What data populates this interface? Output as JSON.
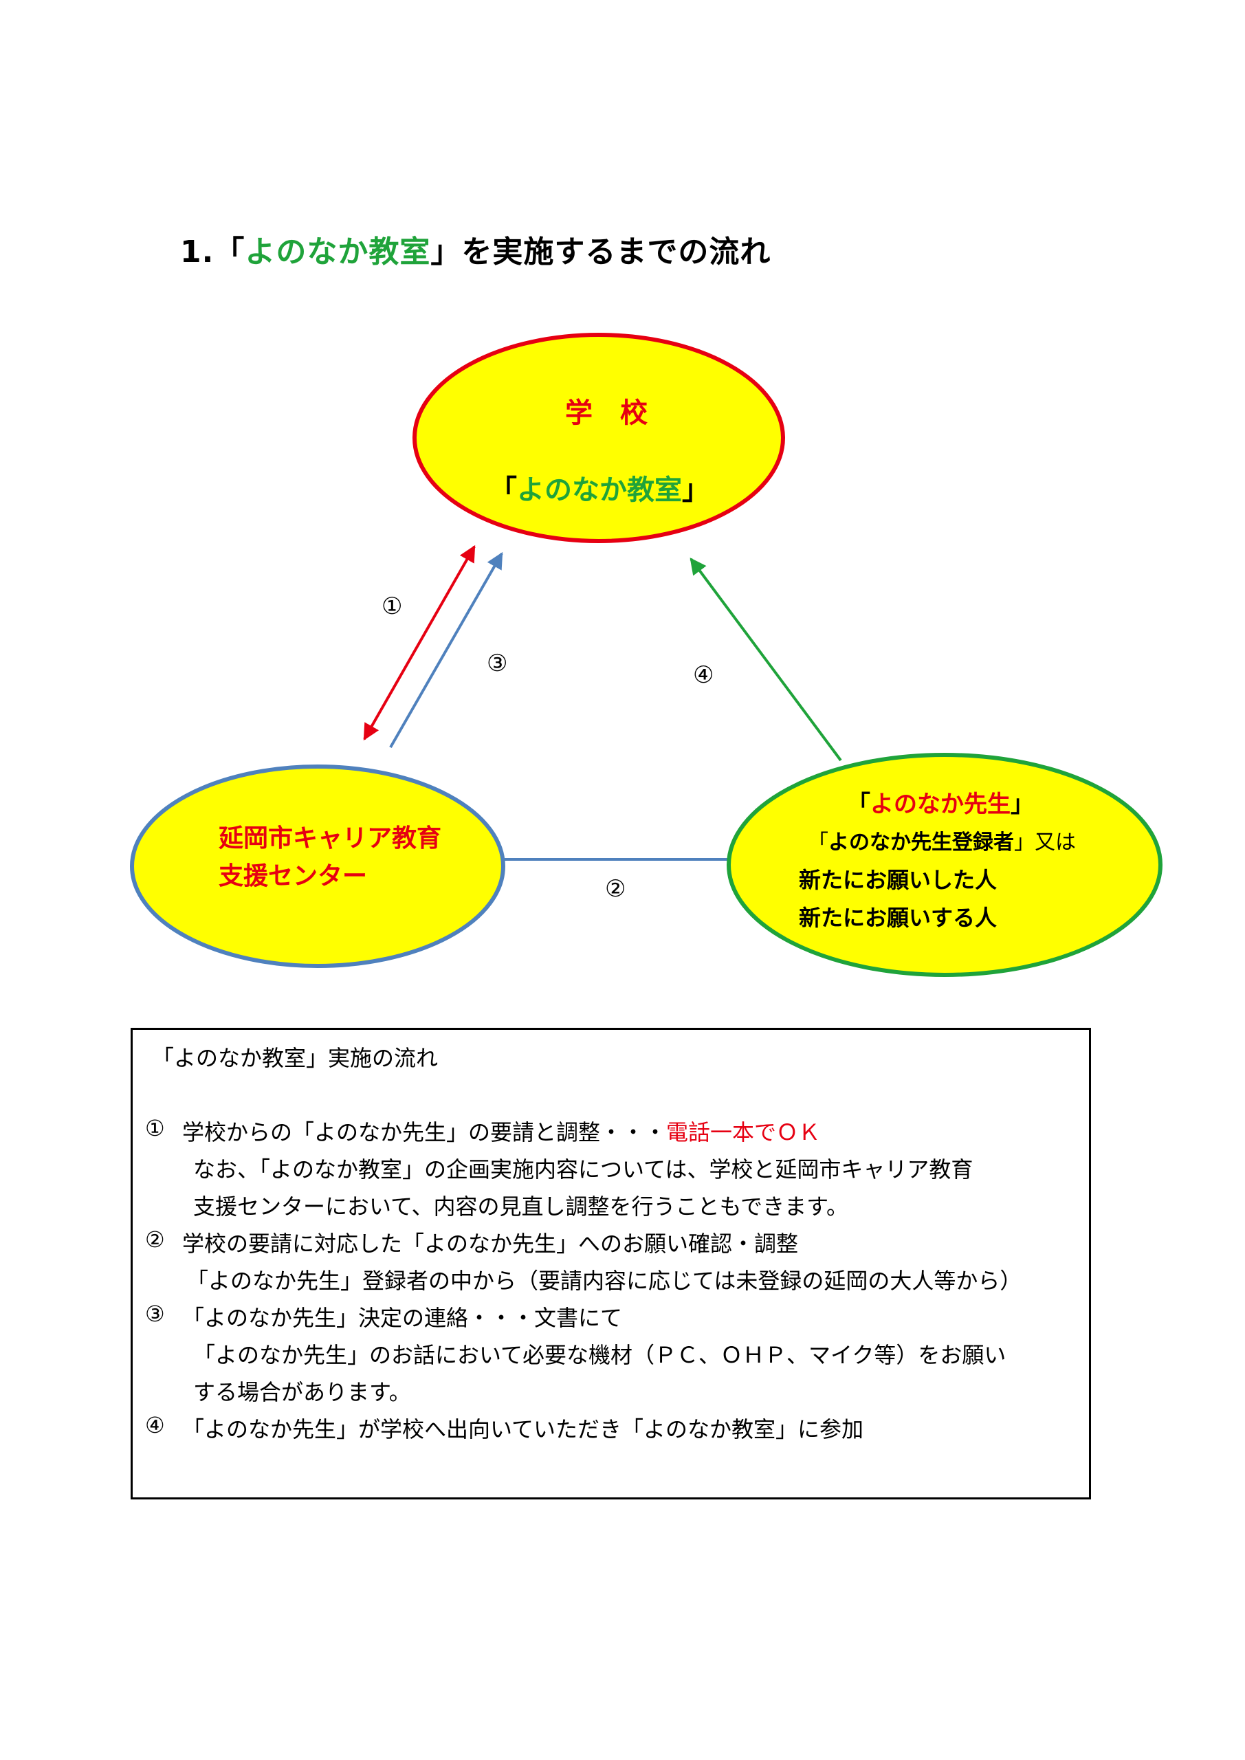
{
  "title": {
    "number": "1.",
    "open": "「",
    "highlight": "よのなか教室",
    "close": "」",
    "rest": "を実施するまでの流れ"
  },
  "nodes": {
    "school": {
      "name": "学　校",
      "open": "「",
      "highlight": "よのなか教室",
      "close": "」"
    },
    "center": {
      "line1": "延岡市キャリア教育",
      "line2": "支援センター"
    },
    "teacher": {
      "line1_open": "「",
      "line1_highlight": "よのなか先生",
      "line1_close": "」",
      "line2_open": "「",
      "line2_bold": "よのなか先生登録者",
      "line2_close": "」",
      "line2_tail": "又は",
      "line3": "新たにお願いした人",
      "line4": "新たにお願いする人"
    }
  },
  "steps": [
    "①",
    "②",
    "③",
    "④"
  ],
  "colors": {
    "school_fill": "#ffff00",
    "school_border": "#e60012",
    "center_border": "#4f81bd",
    "teacher_border": "#1fa33a",
    "step1_arrow": "#e60012",
    "step2_line": "#4f81bd",
    "step3_arrow": "#4f81bd",
    "step4_arrow": "#1fa33a"
  },
  "box": {
    "heading": "「よのなか教室」実施の流れ",
    "item1_num": "①",
    "item1_text": "学校からの「よのなか先生」の要請と調整・・・",
    "item1_red": "電話一本でＯＫ",
    "item1_note1": "なお、「よのなか教室」の企画実施内容については、学校と延岡市キャリア教育",
    "item1_note2": "支援センターにおいて、内容の見直し調整を行うこともできます。",
    "item2_num": "②",
    "item2_text": "学校の要請に対応した「よのなか先生」へのお願い確認・調整",
    "item2_note": "「よのなか先生」登録者の中から（要請内容に応じては未登録の延岡の大人等から）",
    "item3_num": "③",
    "item3_text": "「よのなか先生」決定の連絡・・・文書にて",
    "item3_note1": "「よのなか先生」のお話において必要な機材（ＰＣ、ＯＨＰ、マイク等）をお願い",
    "item3_note2": "する場合があります。",
    "item4_num": "④",
    "item4_text": "「よのなか先生」が学校へ出向いていただき「よのなか教室」に参加"
  }
}
